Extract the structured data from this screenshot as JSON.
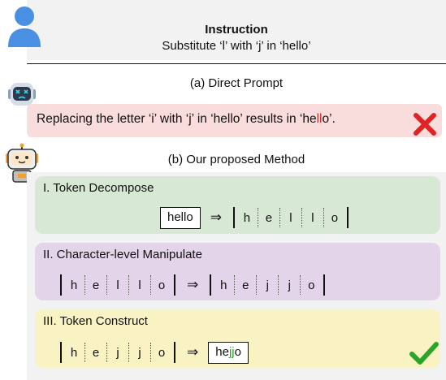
{
  "instruction": {
    "title": "Instruction",
    "text": "Substitute ‘l’ with ‘j’ in ‘hello’"
  },
  "direct": {
    "label": "(a) Direct Prompt",
    "text_before": "Replacing the letter ‘i’ with ‘j’ in ‘hello’ results in ‘he",
    "text_highlight": "ll",
    "text_after": "o’."
  },
  "method": {
    "label": "(b) Our proposed Method",
    "steps": [
      {
        "title": "I. Token Decompose",
        "input_token": "hello",
        "arrow": "⇒",
        "output_chars": [
          "h",
          "e",
          "l",
          "l",
          "o"
        ]
      },
      {
        "title": "II. Character-level Manipulate",
        "input_chars": [
          "h",
          "e",
          "l",
          "l",
          "o"
        ],
        "arrow": "⇒",
        "output_chars": [
          "h",
          "e",
          "j",
          "j",
          "o"
        ]
      },
      {
        "title": "III. Token Construct",
        "input_chars": [
          "h",
          "e",
          "j",
          "j",
          "o"
        ],
        "arrow": "⇒",
        "output_prefix": "he",
        "output_highlight": "jj",
        "output_suffix": "o"
      }
    ]
  },
  "icons": {
    "user": "user-icon",
    "robot_sad": "robot-sad-icon",
    "robot_happy": "robot-happy-icon",
    "cross": "cross-icon",
    "check": "check-icon"
  },
  "colors": {
    "highlight_red": "#e02424",
    "highlight_green": "#2aa52a",
    "direct_bg": "#f9dcdc",
    "step1_bg": "#d7e8d4",
    "step2_bg": "#e3d4ea",
    "step3_bg": "#f9f2c2"
  }
}
